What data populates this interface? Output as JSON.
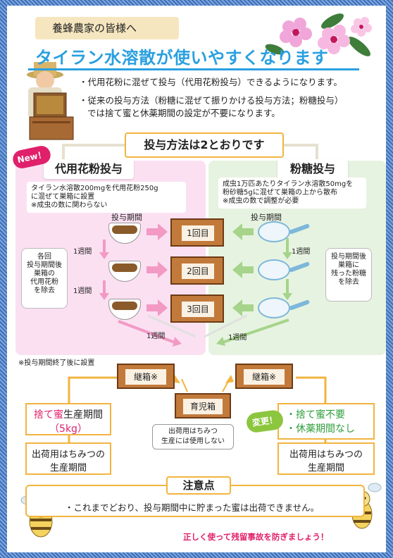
{
  "header": {
    "label": "養蜂農家の皆様へ",
    "headline": "タイラン水溶散が使いやすくなります"
  },
  "intro": {
    "bullet1": "・代用花粉に混ぜて投与（代用花粉投与）できるようになります。",
    "bullet2_line1": "・従来の投与方法（粉糖に混ぜて振りかける投与方法；粉糖投与）",
    "bullet2_line2": "では捨て蜜と休薬期間の設定が不要になります。"
  },
  "methods_title": "投与方法は2とおりです",
  "pollen": {
    "new_badge": "New！",
    "title": "代用花粉投与",
    "desc_line1": "タイラン水溶散200mgを代用花粉250g",
    "desc_line2": "に混ぜて巣箱に設置",
    "desc_line3": "※成虫の数に関わらない",
    "period_label": "投与期間",
    "week1": "1週間",
    "week2": "1週間",
    "week3": "1週間",
    "side_note": "各回\n投与期間後\n巣箱の\n代用花粉\nを除去",
    "after_note": "※投与期間終了後に設置"
  },
  "sugar": {
    "title": "粉糖投与",
    "desc_line1": "成虫1万匹あたりタイラン水溶散50mgを",
    "desc_line2": "粉砂糖5gに混ぜて巣箱の上から散布",
    "desc_line3": "※成虫の数で調整が必要",
    "period_label": "投与期間",
    "week1": "1週間",
    "week2": "1週間",
    "side_note": "投与期間後\n巣箱に\n残った粉糖\nを除去"
  },
  "rounds": [
    "1回目",
    "2回目",
    "3回目"
  ],
  "boxes": {
    "super_left": "継箱※",
    "super_right": "継箱※",
    "brood": "育児箱",
    "brood_note_line1": "出荷用はちみつ",
    "brood_note_line2": "生産には使用しない"
  },
  "left_result": {
    "discard_line1_red": "捨て蜜",
    "discard_line1_rest": "生産期間",
    "discard_line2": "（5kg）",
    "ship_line1": "出荷用はちみつの",
    "ship_line2": "生産期間"
  },
  "right_result": {
    "change_badge": "変更！",
    "line1": "・捨て蜜不要",
    "line2": "・休薬期間なし",
    "ship_line1": "出荷用はちみつの",
    "ship_line2": "生産期間"
  },
  "caution": {
    "title": "注意点",
    "text": "・これまでどおり、投与期間中に貯まった蜜は出荷できません。",
    "footer": "正しく使って残留事故を防ぎましょう！"
  },
  "colors": {
    "headline_blue": "#2aa0e0",
    "accent_red": "#e0206a",
    "green_text": "#2e9e3a",
    "frame_orange": "#f2b440",
    "pollen_bg": "#fbe0f2",
    "sugar_bg": "#e7f3e1"
  }
}
